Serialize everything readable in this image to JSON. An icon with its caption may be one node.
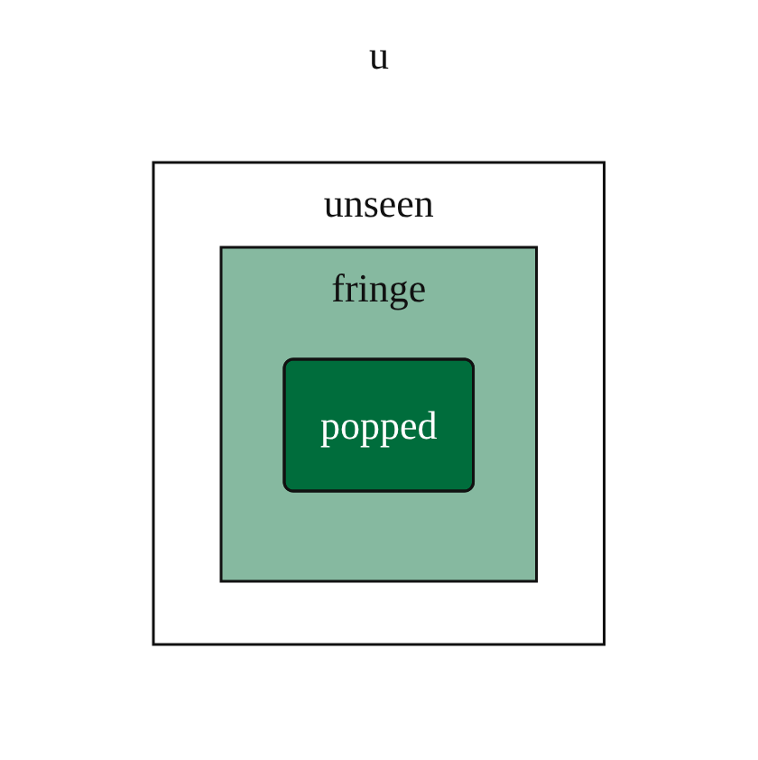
{
  "diagram": {
    "nodes": [
      {
        "text": [
          "unseen"
        ]
      },
      {
        "text": [
          "fringe"
        ],
        "in": 0
      },
      {
        "text": [
          "popped"
        ],
        "in": 1
      }
    ],
    "labels": [
      "u"
    ]
  }
}
